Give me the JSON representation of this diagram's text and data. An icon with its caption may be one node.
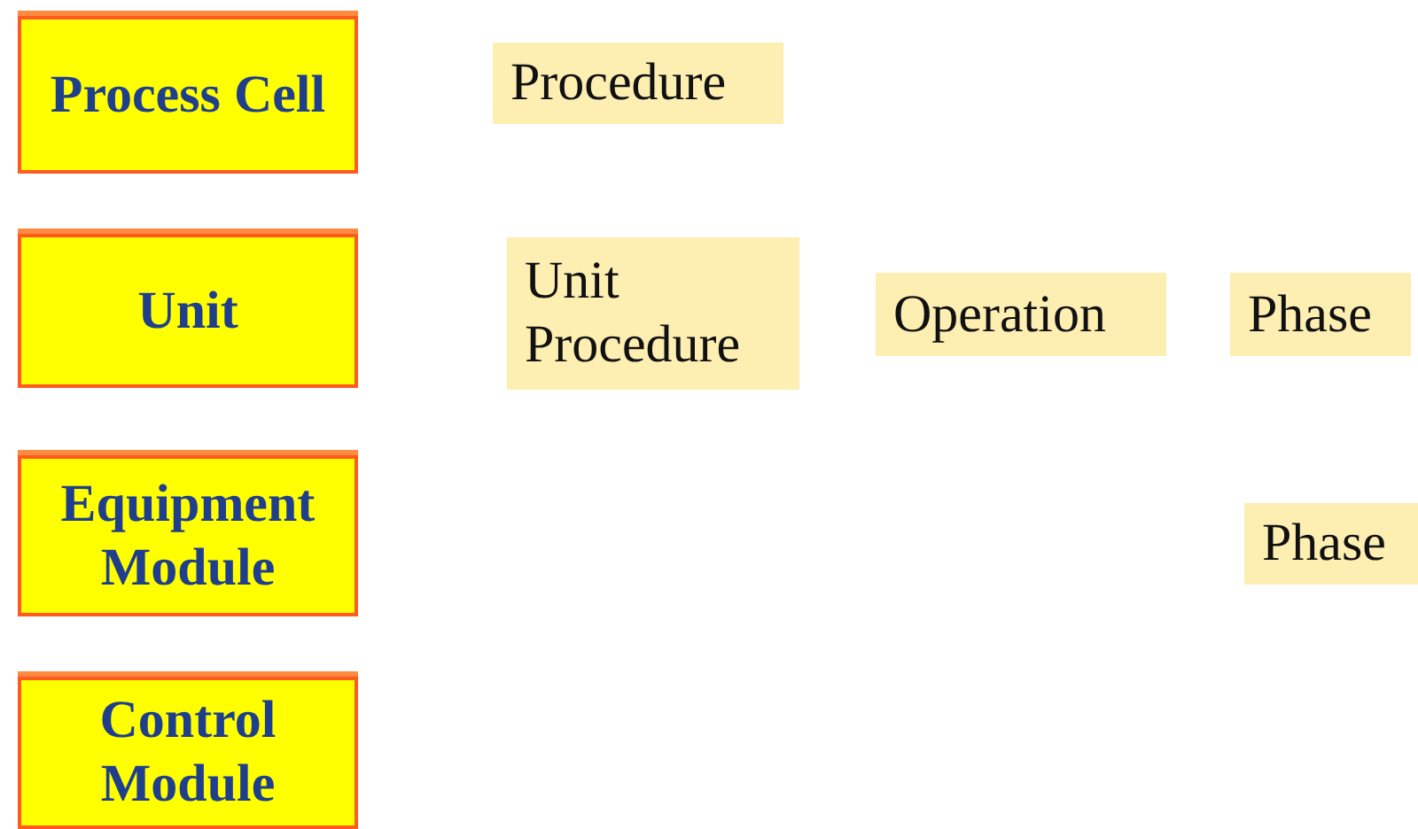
{
  "diagram": {
    "nodes": [
      {
        "text": [
          "Process Cell"
        ]
      },
      {
        "text": [
          "Unit"
        ]
      },
      {
        "text": [
          "Equipment Module"
        ]
      },
      {
        "text": [
          "Control Module"
        ]
      },
      {
        "text": [
          "Procedure"
        ]
      },
      {
        "text": [
          "Unit Procedure"
        ]
      },
      {
        "text": [
          "Operation"
        ]
      },
      {
        "text": [
          "Phase"
        ]
      },
      {
        "text": [
          "Phase"
        ]
      }
    ]
  }
}
